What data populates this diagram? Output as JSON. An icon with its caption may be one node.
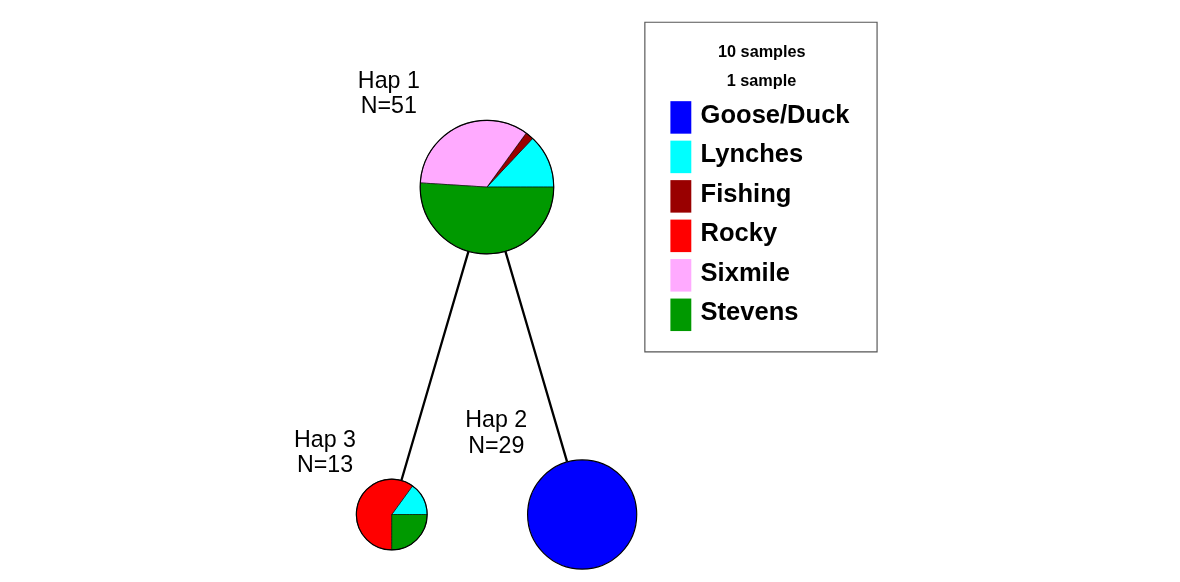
{
  "diagram": {
    "nodes": [
      {
        "text": [],
        "shape": "circle",
        "beside": [
          "Hap 1",
          "N=51"
        ]
      },
      {
        "text": [],
        "shape": "circle",
        "beside": [
          "Hap 3",
          "N=13"
        ]
      },
      {
        "text": [],
        "shape": "circle",
        "beside": [
          "Hap 2",
          "N=29"
        ]
      },
      {
        "text": [],
        "shape": "box"
      }
    ],
    "edges": [
      {
        "from": 0,
        "to": 1,
        "arrow": "none"
      },
      {
        "from": 0,
        "to": 2,
        "arrow": "none"
      }
    ],
    "labels": [
      "10 samples",
      "1 sample"
    ],
    "legend": [
      {
        "text": "Goose/Duck",
        "color": "#0000ff"
      },
      {
        "text": "Lynches",
        "color": "#00ffff"
      },
      {
        "text": "Fishing",
        "color": "#990000"
      },
      {
        "text": "Rocky",
        "color": "#ff0000"
      },
      {
        "text": "Sixmile",
        "color": "#ffaaff"
      },
      {
        "text": "Stevens",
        "color": "#009900"
      }
    ]
  }
}
